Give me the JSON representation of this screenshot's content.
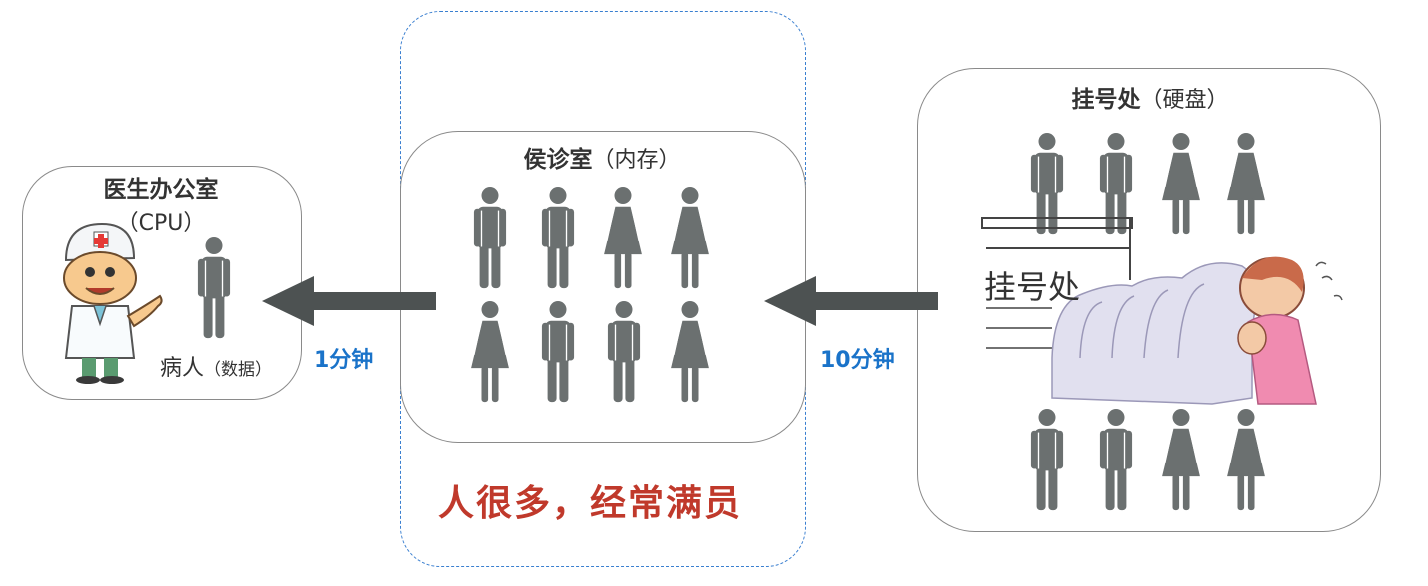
{
  "doctor_office": {
    "title": "医生办公室",
    "subtitle": "（CPU）",
    "patient_label": "病人",
    "patient_sub": "（数据）"
  },
  "waiting_room": {
    "title": "侯诊室",
    "subtitle": "（内存）",
    "note": "人很多，经常满员"
  },
  "registration": {
    "title": "挂号处",
    "subtitle": "（硬盘）",
    "sign_text": "挂号处"
  },
  "arrows": {
    "memory_to_cpu": "1分钟",
    "disk_to_memory": "10分钟"
  },
  "colors": {
    "person": "#6b7070",
    "arrow": "#4d5252",
    "note": "#c0392b",
    "time": "#1a73c9",
    "dashed": "#3a7fd0"
  },
  "icons": {
    "male": "male-person-icon",
    "female": "female-person-icon",
    "doctor": "doctor-cartoon-icon",
    "queue": "queue-cartoon-illustration"
  }
}
